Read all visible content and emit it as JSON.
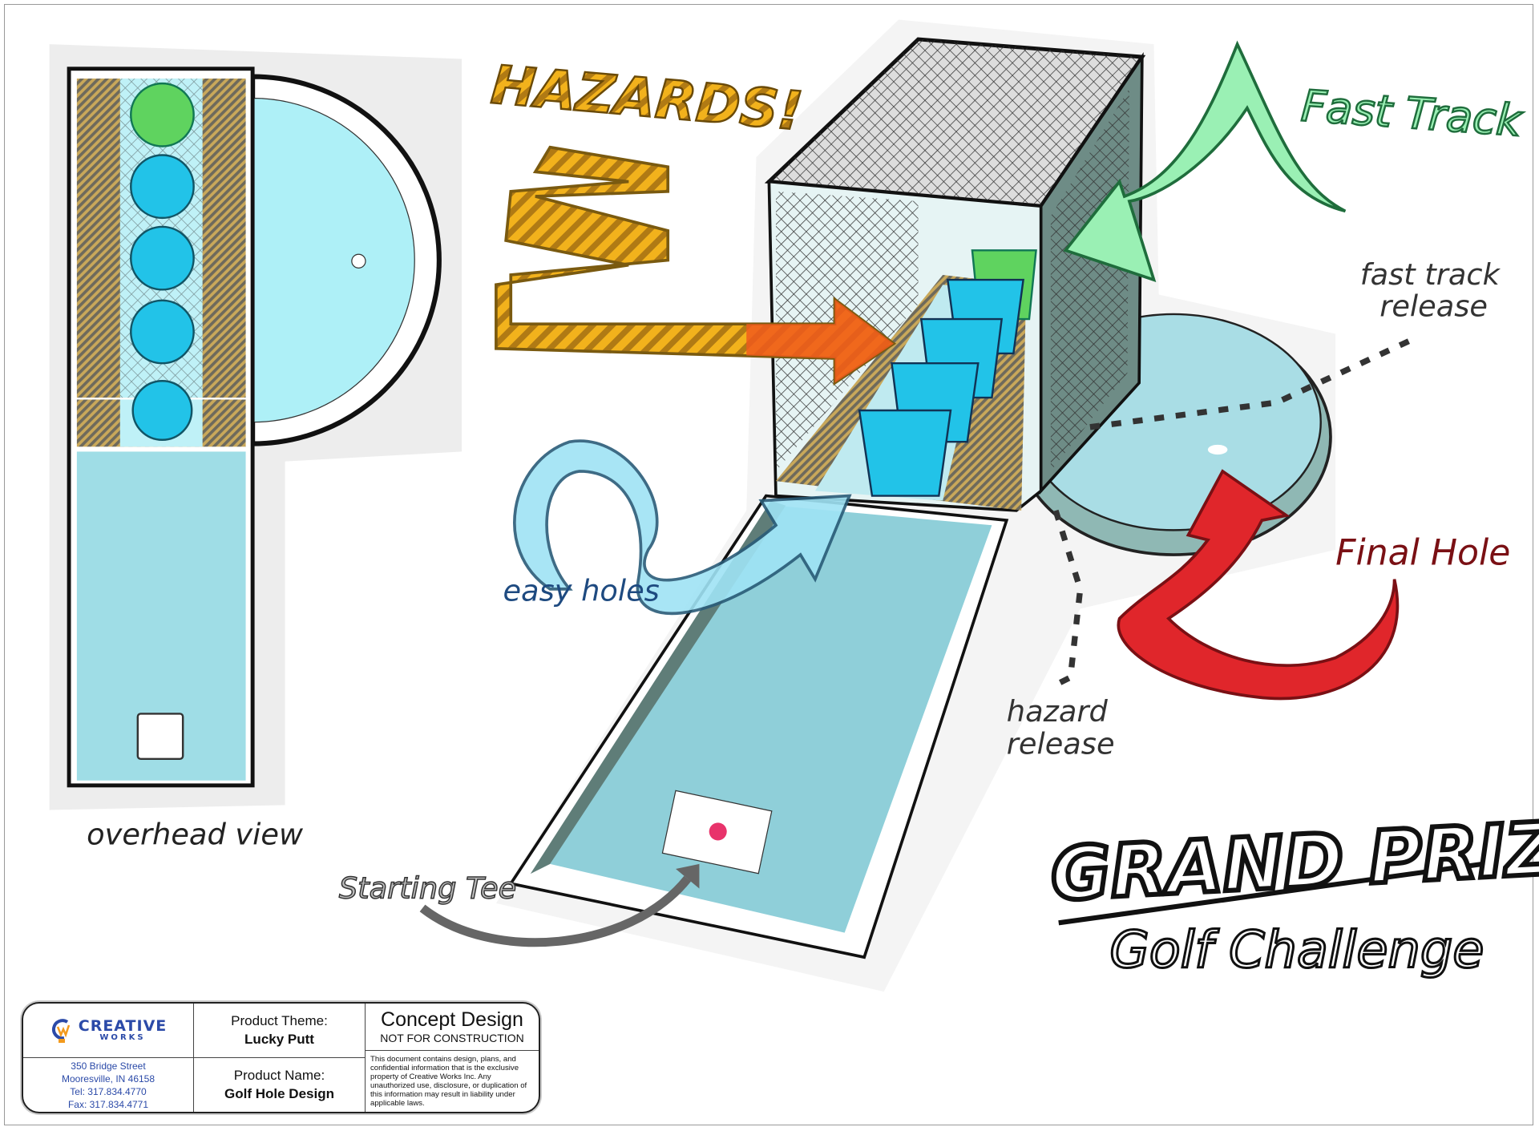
{
  "labels": {
    "hazards": "HAZARDS!",
    "fast_track": "Fast Track",
    "fast_track_release": [
      "fast track",
      "release"
    ],
    "final_hole": "Final Hole",
    "hazard_release": [
      "hazard",
      "release"
    ],
    "easy_holes": "easy holes",
    "overhead_view": "overhead view",
    "starting_tee": "Starting Tee",
    "title": "GRAND PRIZE",
    "subtitle": "Golf Challenge"
  },
  "colors": {
    "surface": "#a8e6ee",
    "cup": "#22c3e8",
    "green_cup": "#5fd35f",
    "hazard_arrow": "#f7b518",
    "fast_track": "#1f8f4a",
    "final_hole": "#e0262b",
    "easy_arrow": "#9fe3f5",
    "wall": "#5f7d78",
    "brand": "#2b4aa8"
  },
  "title_block": {
    "company": {
      "name": "CREATIVE",
      "sub": "WORKS"
    },
    "address": [
      "350 Bridge Street",
      "Mooresville, IN 46158",
      "Tel: 317.834.4770",
      "Fax: 317.834.4771"
    ],
    "product_theme_label": "Product Theme:",
    "product_theme": "Lucky Putt",
    "product_name_label": "Product Name:",
    "product_name": "Golf Hole Design",
    "status": "Concept Design",
    "status_note": "NOT FOR CONSTRUCTION",
    "legal": "This document contains design, plans, and confidential information that is the exclusive property of Creative Works Inc.  Any unauthorized use, disclosure, or duplication of this information may result in liability under applicable laws."
  }
}
